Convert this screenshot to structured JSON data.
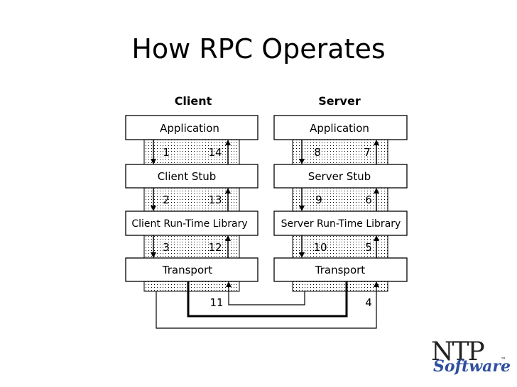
{
  "slide": {
    "title": "How RPC Operates"
  },
  "diagram": {
    "client_heading": "Client",
    "server_heading": "Server",
    "client_layers": [
      "Application",
      "Client Stub",
      "Client Run-Time Library",
      "Transport"
    ],
    "server_layers": [
      "Application",
      "Server Stub",
      "Server Run-Time Library",
      "Transport"
    ],
    "client_steps": {
      "down": [
        "1",
        "2",
        "3"
      ],
      "up": [
        "14",
        "13",
        "12"
      ]
    },
    "server_steps": {
      "down": [
        "8",
        "9",
        "10"
      ],
      "up": [
        "7",
        "6",
        "5"
      ]
    },
    "network_labels": {
      "return": "11",
      "request": "4"
    }
  },
  "logo": {
    "text_top": "NTP",
    "text_bottom": "Software",
    "trademark": "™"
  },
  "colors": {
    "background": "#ffffff",
    "line": "#000000",
    "logo_blue": "#2f4f9f",
    "logo_dark": "#222222"
  }
}
